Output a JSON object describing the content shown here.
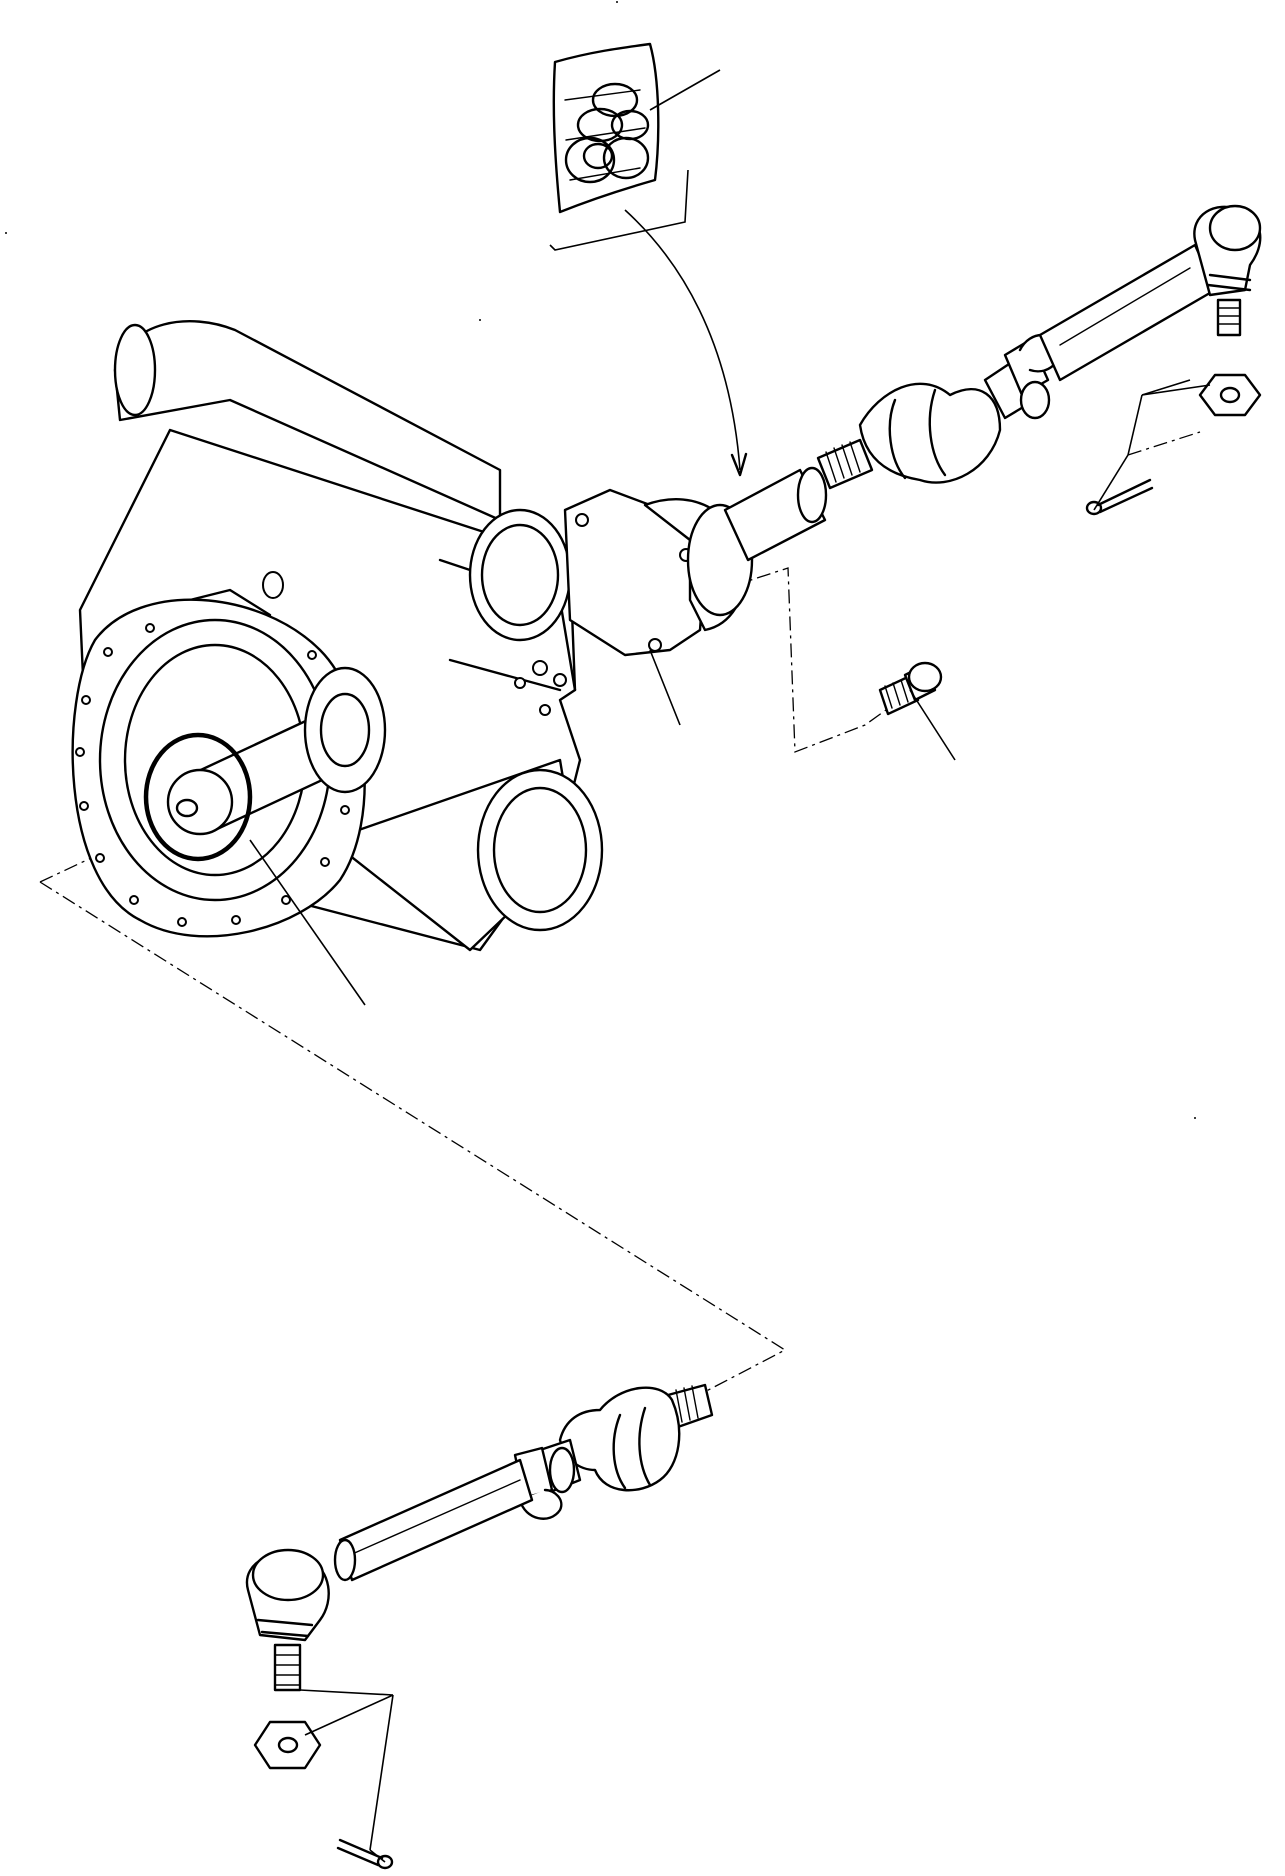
{
  "diagram": {
    "parts": [
      {
        "id": "steering-cylinder-housing",
        "icon": "axle-housing"
      },
      {
        "id": "seal-kit",
        "icon": "seal-kit-bag"
      },
      {
        "id": "flange-body",
        "icon": "cylinder-flange"
      },
      {
        "id": "piston-rod",
        "icon": "rod"
      },
      {
        "id": "o-ring",
        "icon": "o-ring"
      },
      {
        "id": "mounting-bolt",
        "icon": "bolt"
      },
      {
        "id": "tie-rod-right",
        "icon": "tie-rod"
      },
      {
        "id": "tie-rod-left",
        "icon": "tie-rod"
      },
      {
        "id": "nut-right",
        "icon": "hex-nut"
      },
      {
        "id": "nut-left",
        "icon": "hex-nut"
      },
      {
        "id": "split-pin-right",
        "icon": "cotter-pin"
      },
      {
        "id": "split-pin-left",
        "icon": "cotter-pin"
      }
    ]
  }
}
